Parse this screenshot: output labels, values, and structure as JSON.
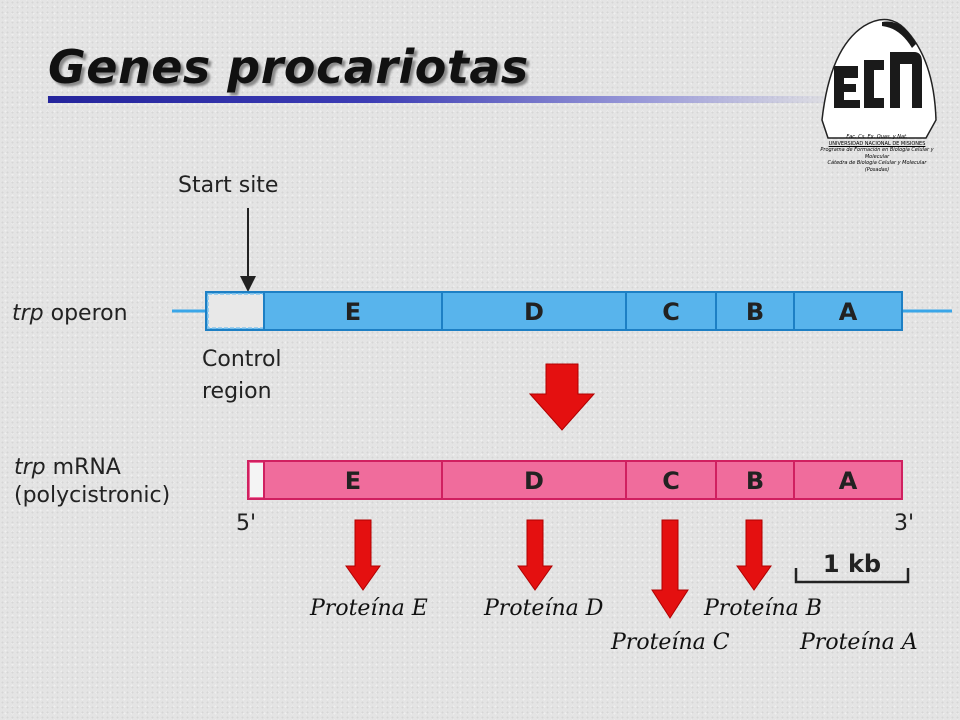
{
  "title": "Genes procariotas",
  "logo": {
    "letters": "ecn",
    "lines": [
      "Fac. Cs. Ex. Quas. y Nat.",
      "UNIVERSIDAD NACIONAL DE MISIONES",
      "Programa de Formación en Biología Celular y Molecular",
      "Cátedra de Biología Celular y Molecular",
      "(Posadas)"
    ]
  },
  "figure": {
    "start_site": "Start site",
    "operon_label_italic": "trp",
    "operon_label_rest": " operon",
    "control_region_line1": "Control",
    "control_region_line2": "region",
    "mrna_label_italic": "trp",
    "mrna_label_rest": " mRNA",
    "polycistronic": "(polycistronic)",
    "five_prime": "5'",
    "three_prime": "3'",
    "scale": "1 kb",
    "genes": [
      "E",
      "D",
      "C",
      "B",
      "A"
    ]
  },
  "proteins": {
    "E": "Proteína E",
    "D": "Proteína D",
    "C": "Proteína C",
    "B": "Proteína B",
    "A": "Proteína A"
  },
  "colors": {
    "operon_fill": "#58b4ec",
    "mrna_fill": "#f06c9c",
    "arrow_red": "#e41010",
    "title_rule": "#2a2aa0"
  }
}
